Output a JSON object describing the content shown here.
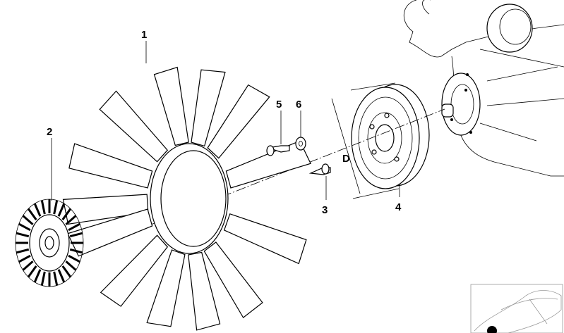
{
  "diagram": {
    "callouts": [
      {
        "id": "1",
        "text": "1"
      },
      {
        "id": "2",
        "text": "2"
      },
      {
        "id": "3",
        "text": "3"
      },
      {
        "id": "4",
        "text": "4"
      },
      {
        "id": "5",
        "text": "5"
      },
      {
        "id": "6",
        "text": "6"
      },
      {
        "id": "D",
        "text": "D"
      }
    ],
    "parts": [
      "fan",
      "fan-clutch",
      "bolt",
      "pulley",
      "bolt",
      "washer"
    ],
    "locator_marker_color": "#000000"
  }
}
